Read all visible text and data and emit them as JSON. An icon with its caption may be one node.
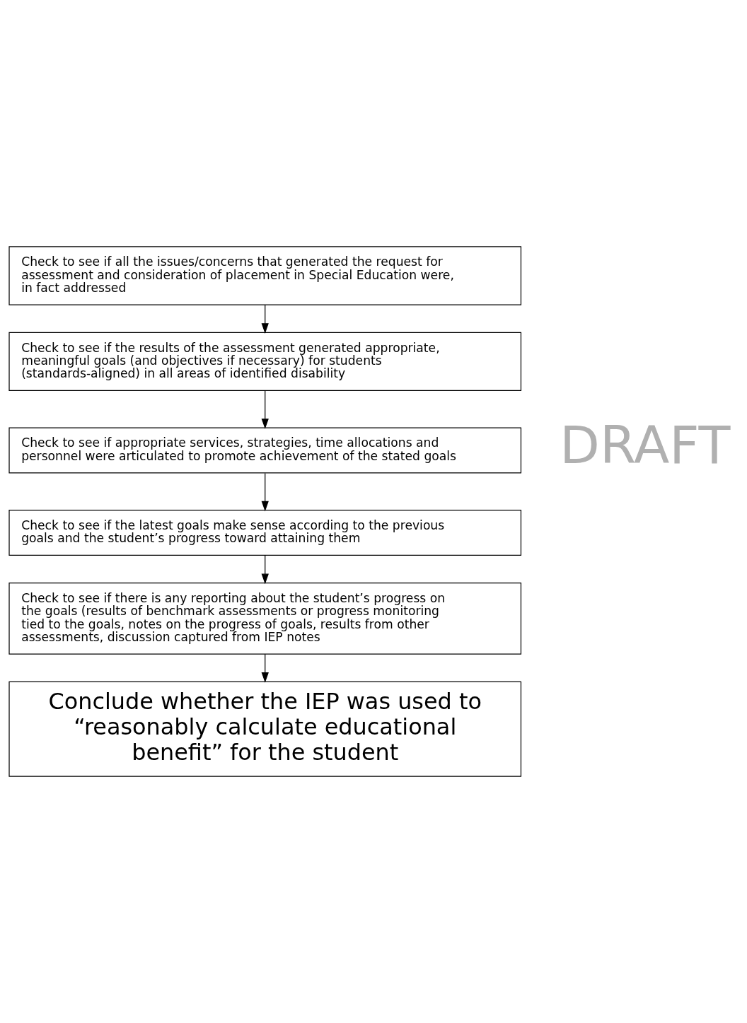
{
  "diagram": {
    "nodes": [
      {
        "text": [
          "Check to see if all the issues/concerns that generated the request for assessment and consideration of placement in Special Education were, in fact addressed"
        ]
      },
      {
        "text": [
          "Check to see if the results of the assessment generated appropriate, meaningful goals (and objectives if necessary) for students (standards-aligned) in all areas of identified disability"
        ]
      },
      {
        "text": [
          "Check to see if appropriate services, strategies, time allocations and personnel were articulated to promote achievement of the stated goals"
        ]
      },
      {
        "text": [
          "Check to see if the latest goals make sense according to the previous goals and the student’s progress toward attaining them"
        ]
      },
      {
        "text": [
          "Check to see if there is any reporting about the student’s progress on the goals (results of benchmark assessments or progress monitoring tied to the goals, notes on the progress of goals, results from other assessments, discussion captured from IEP notes"
        ]
      },
      {
        "text": [
          "Conclude whether the IEP was used to “reasonably calculate educational benefit” for the student"
        ]
      }
    ],
    "edges": [
      {
        "from": 0,
        "to": 1,
        "arrow": "to"
      },
      {
        "from": 1,
        "to": 2,
        "arrow": "to"
      },
      {
        "from": 2,
        "to": 3,
        "arrow": "to"
      },
      {
        "from": 3,
        "to": 4,
        "arrow": "to"
      },
      {
        "from": 4,
        "to": 5,
        "arrow": "to"
      }
    ],
    "labels": [
      "DRAFT"
    ]
  }
}
